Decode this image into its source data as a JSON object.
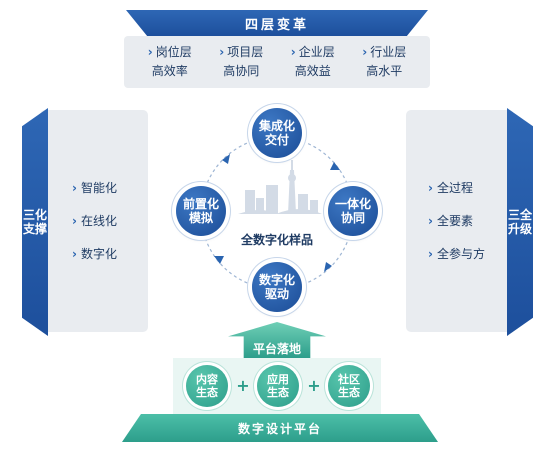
{
  "top": {
    "title": "四层变革",
    "layers": [
      {
        "l1": "岗位层",
        "l2": "高效率"
      },
      {
        "l1": "项目层",
        "l2": "高协同"
      },
      {
        "l1": "企业层",
        "l2": "高效益"
      },
      {
        "l1": "行业层",
        "l2": "高水平"
      }
    ]
  },
  "left": {
    "title": "三化支撑",
    "items": [
      "智能化",
      "在线化",
      "数字化"
    ]
  },
  "right": {
    "title": "三全升级",
    "items": [
      "全过程",
      "全要素",
      "全参与方"
    ]
  },
  "center": {
    "label": "全数字化样品",
    "nodes": {
      "top": "集成化交付",
      "left": "前置化模拟",
      "right": "一体化协同",
      "bottom": "数字化驱动"
    }
  },
  "platform": {
    "arrow_label": "平台落地",
    "ecosystems": [
      "内容生态",
      "应用生态",
      "社区生态"
    ],
    "plus": "+",
    "base_title": "数字设计平台"
  },
  "colors": {
    "blue": "#1d4f9c",
    "teal": "#2d9e8b",
    "panel": "#e9ecf0"
  }
}
